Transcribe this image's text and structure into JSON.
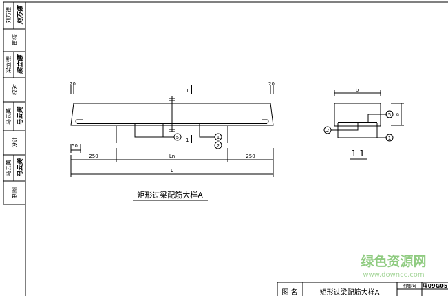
{
  "signature_column": {
    "rows": [
      {
        "label": "刘万德",
        "signature": "刘万德"
      },
      {
        "label": "审核"
      },
      {
        "label": "梁立德",
        "signature": "梁立德"
      },
      {
        "label": "校对"
      },
      {
        "label": "马云美",
        "signature": "马云美"
      },
      {
        "label": "设计"
      },
      {
        "label": "马云美",
        "signature": "马云美"
      },
      {
        "label": "制图"
      }
    ]
  },
  "elevation": {
    "dim_end_left": "20",
    "dim_end_right": "20",
    "section_mark": "1",
    "dim_50": "50",
    "dim_left": "250",
    "dim_span": "Ln",
    "dim_right": "250",
    "dim_total": "L",
    "callouts": [
      "5",
      "1",
      "2"
    ],
    "caption": "矩形过梁配筋大样A"
  },
  "section": {
    "dim_width": "b",
    "dim_height": "a",
    "callouts": [
      "5",
      "2",
      "1"
    ],
    "title": "1-1"
  },
  "watermark": {
    "name": "绿色资源网",
    "url": "www.downcc.com",
    "color": "#7cc36b"
  },
  "title_block": {
    "name_label": "图 名",
    "name_value": "矩形过梁配筋大样A",
    "atlas_label": "图集号",
    "atlas_value": "陕09G05"
  }
}
